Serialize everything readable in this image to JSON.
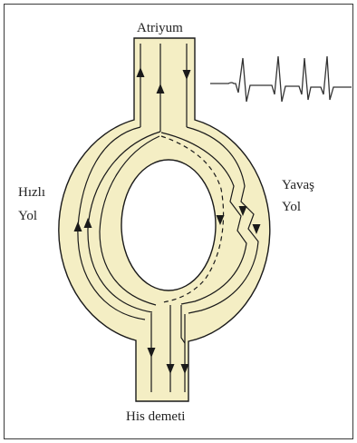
{
  "labels": {
    "atrium": "Atriyum",
    "fast_path_line1": "Hızlı",
    "fast_path_line2": "Yol",
    "slow_path_line1": "Yavaş",
    "slow_path_line2": "Yol",
    "his_bundle": "His demeti"
  },
  "colors": {
    "tissue_fill": "#f4eec4",
    "line": "#1a1a1a",
    "ecg": "#333333"
  }
}
